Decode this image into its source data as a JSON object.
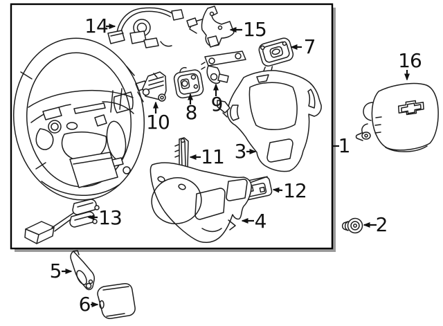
{
  "diagram": {
    "kind": "exploded-parts-diagram",
    "background_color": "#ffffff",
    "line_color": "#1c1c1c",
    "frame_shadow_color": "#9a9a9a",
    "logo_icon": "chevrolet-bowtie"
  },
  "callouts": [
    {
      "id": "1",
      "label": "1"
    },
    {
      "id": "2",
      "label": "2"
    },
    {
      "id": "3",
      "label": "3"
    },
    {
      "id": "4",
      "label": "4"
    },
    {
      "id": "5",
      "label": "5"
    },
    {
      "id": "6",
      "label": "6"
    },
    {
      "id": "7",
      "label": "7"
    },
    {
      "id": "8",
      "label": "8"
    },
    {
      "id": "9",
      "label": "9"
    },
    {
      "id": "10",
      "label": "10"
    },
    {
      "id": "11",
      "label": "11"
    },
    {
      "id": "12",
      "label": "12"
    },
    {
      "id": "13",
      "label": "13"
    },
    {
      "id": "14",
      "label": "14"
    },
    {
      "id": "15",
      "label": "15"
    },
    {
      "id": "16",
      "label": "16"
    }
  ]
}
